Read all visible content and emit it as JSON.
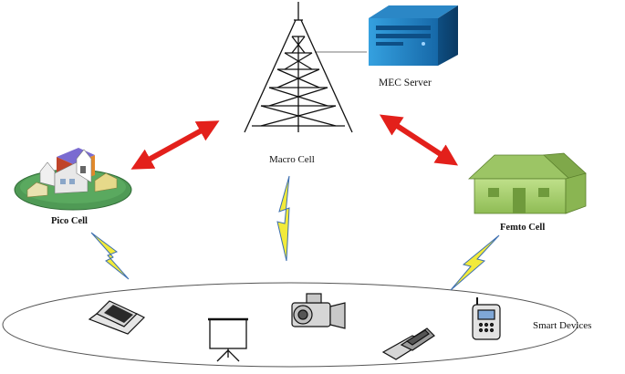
{
  "labels": {
    "mec_server": "MEC Server",
    "macro_cell": "Macro Cell",
    "pico_cell": "Pico Cell",
    "femto_cell": "Femto Cell",
    "smart_devices": "Smart Devices"
  },
  "icons": {
    "mec_server": "server-icon",
    "macro_cell": "cell-tower-icon",
    "pico_cell": "town-buildings-icon",
    "femto_cell": "house-icon",
    "devices": [
      "laptop-icon",
      "projector-screen-icon",
      "camcorder-icon",
      "flip-phone-icon",
      "mobile-phone-icon"
    ]
  },
  "colors": {
    "arrow": "#e3201b",
    "lightning": "#f2ea3a",
    "server": "#1a7fc2",
    "house": "#a4cc6a",
    "pico_base": "#4f9a55",
    "ellipse_stroke": "#555555"
  }
}
